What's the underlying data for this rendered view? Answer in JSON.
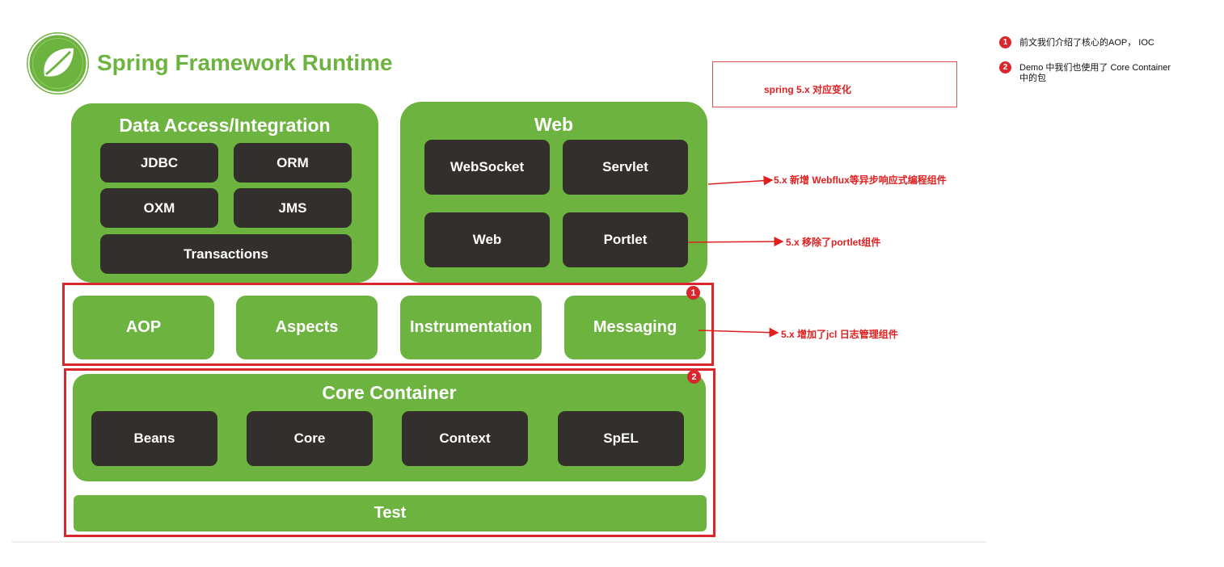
{
  "title": "Spring Framework Runtime",
  "logo_icon": "spring-leaf-icon",
  "colors": {
    "spring_green": "#6db33f",
    "module_dark": "#332f2c",
    "annotation_red": "#d9272e"
  },
  "data_access": {
    "title": "Data Access/Integration",
    "modules": [
      "JDBC",
      "ORM",
      "OXM",
      "JMS",
      "Transactions"
    ]
  },
  "web": {
    "title": "Web",
    "modules": [
      "WebSocket",
      "Servlet",
      "Web",
      "Portlet"
    ]
  },
  "middle_row": [
    "AOP",
    "Aspects",
    "Instrumentation",
    "Messaging"
  ],
  "core": {
    "title": "Core Container",
    "modules": [
      "Beans",
      "Core",
      "Context",
      "SpEL"
    ]
  },
  "test": "Test",
  "markers": [
    "1",
    "2"
  ],
  "callout_box": "spring 5.x 对应变化",
  "annotations": [
    "5.x 新增 Webflux等异步响应式编程组件",
    "5.x 移除了portlet组件",
    "5.x 增加了jcl 日志管理组件"
  ],
  "notes": [
    {
      "marker": "1",
      "text": "前文我们介绍了核心的AOP， IOC"
    },
    {
      "marker": "2",
      "text_line1": "Demo 中我们也使用了 Core Container",
      "text_line2": "中的包"
    }
  ]
}
